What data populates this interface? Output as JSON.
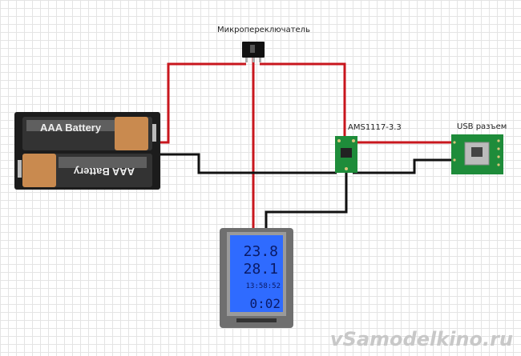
{
  "labels": {
    "switch": "Микропереключатель",
    "regulator": "AMS1117-3.3",
    "usb": "USB разъем",
    "battery_top": "AAA Battery",
    "battery_bottom": "AAA Battery"
  },
  "display": {
    "line1": "23.8",
    "line2": "28.1",
    "line3": "13:58:52",
    "line4": "0:02"
  },
  "watermark": "vSamodelkino.ru",
  "colors": {
    "positive_wire": "#c8161d",
    "negative_wire": "#111111",
    "pcb": "#1e8c3a",
    "lcd": "#2f6bff"
  }
}
